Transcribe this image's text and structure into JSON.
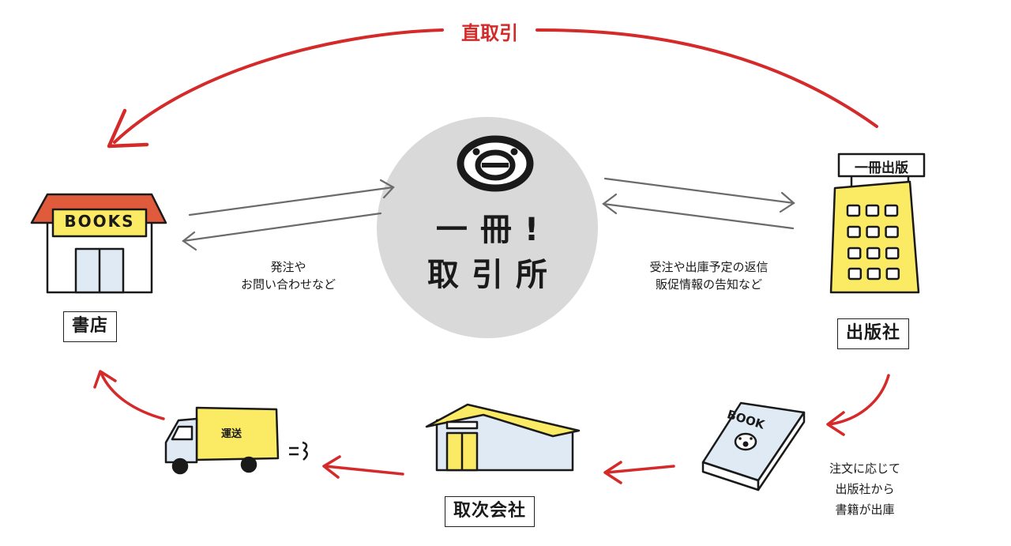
{
  "colors": {
    "accent_red": "#d42a2a",
    "gray_arrow": "#6b6b6b",
    "circle": "#d9d9d9",
    "yellow": "#fbea64",
    "roof_red": "#e05a3c",
    "wall_blue": "#dfeaf5"
  },
  "direct_trade": {
    "label": "直取引"
  },
  "center": {
    "line1": "一冊!",
    "line2": "取引所",
    "icon": "smiling-face-logo-icon"
  },
  "bookstore": {
    "label": "書店",
    "sign": "BOOKS",
    "icon": "bookstore-icon"
  },
  "publisher": {
    "label": "出版社",
    "sign": "一冊出版",
    "icon": "publisher-building-icon"
  },
  "distributor": {
    "label": "取次会社",
    "icon": "warehouse-icon"
  },
  "truck": {
    "sign": "運送",
    "icon": "delivery-truck-icon"
  },
  "book": {
    "title": "BOOK",
    "icon": "book-icon"
  },
  "notes": {
    "store_to_center": {
      "line1": "発注や",
      "line2": "お問い合わせなど"
    },
    "center_to_publisher": {
      "line1": "受注や出庫予定の返信",
      "line2": "販促情報の告知など"
    },
    "publisher_ship": {
      "line1": "注文に応じて",
      "line2": "出版社から",
      "line3": "書籍が出庫"
    }
  }
}
